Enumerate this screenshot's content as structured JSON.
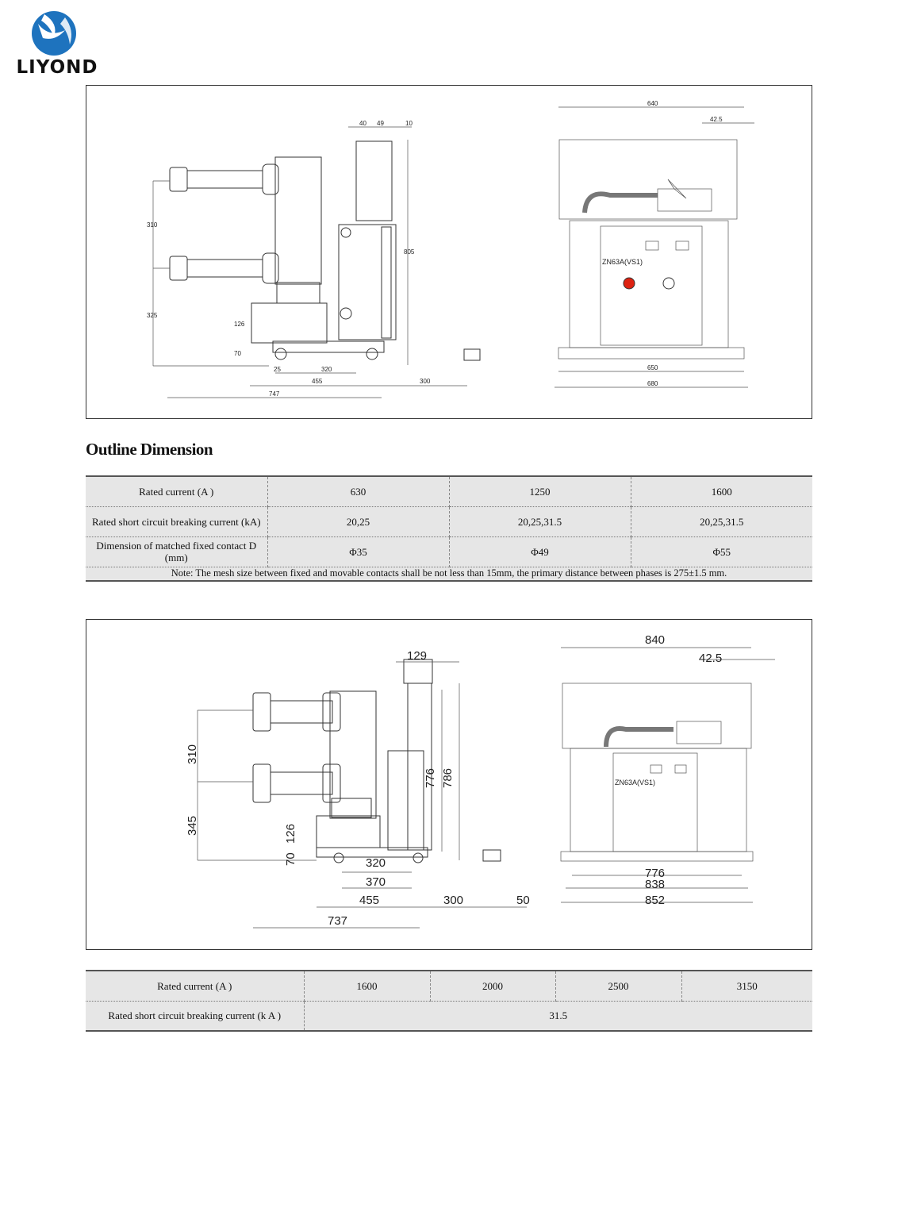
{
  "brand": {
    "name": "LIYOND",
    "logo_colors": {
      "primary": "#1e73be",
      "dark": "#0b3c7a"
    }
  },
  "section_title": "Outline Dimension",
  "drawing1": {
    "side_dims": [
      "40",
      "49",
      "10",
      "310",
      "805",
      "325",
      "126",
      "70",
      "25",
      "320",
      "455",
      "300",
      "747"
    ],
    "front_dims": [
      "640",
      "42.5",
      "650",
      "680"
    ],
    "panel_label": "ZN63A(VS1)"
  },
  "table1": {
    "rows": [
      [
        "Rated current (A )",
        "630",
        "1250",
        "1600"
      ],
      [
        "Rated short circuit breaking current (kA)",
        "20,25",
        "20,25,31.5",
        "20,25,31.5"
      ],
      [
        "Dimension of matched fixed contact D (mm)",
        "Φ35",
        "Φ49",
        "Φ55"
      ]
    ],
    "note": "Note: The mesh size between fixed and movable contacts shall be not less than 15mm, the primary distance between phases is 275±1.5 mm."
  },
  "drawing2": {
    "side_dims": [
      "129",
      "310",
      "776",
      "786",
      "345",
      "126",
      "70",
      "320",
      "370",
      "455",
      "300",
      "50",
      "737"
    ],
    "front_dims": [
      "840",
      "42.5",
      "776",
      "838",
      "852"
    ],
    "panel_label": "ZN63A(VS1)"
  },
  "table2": {
    "header": [
      "Rated current  (A )",
      "1600",
      "2000",
      "2500",
      "3150"
    ],
    "row2_label": "Rated short circuit breaking current (k A )",
    "row2_value": "31.5"
  }
}
